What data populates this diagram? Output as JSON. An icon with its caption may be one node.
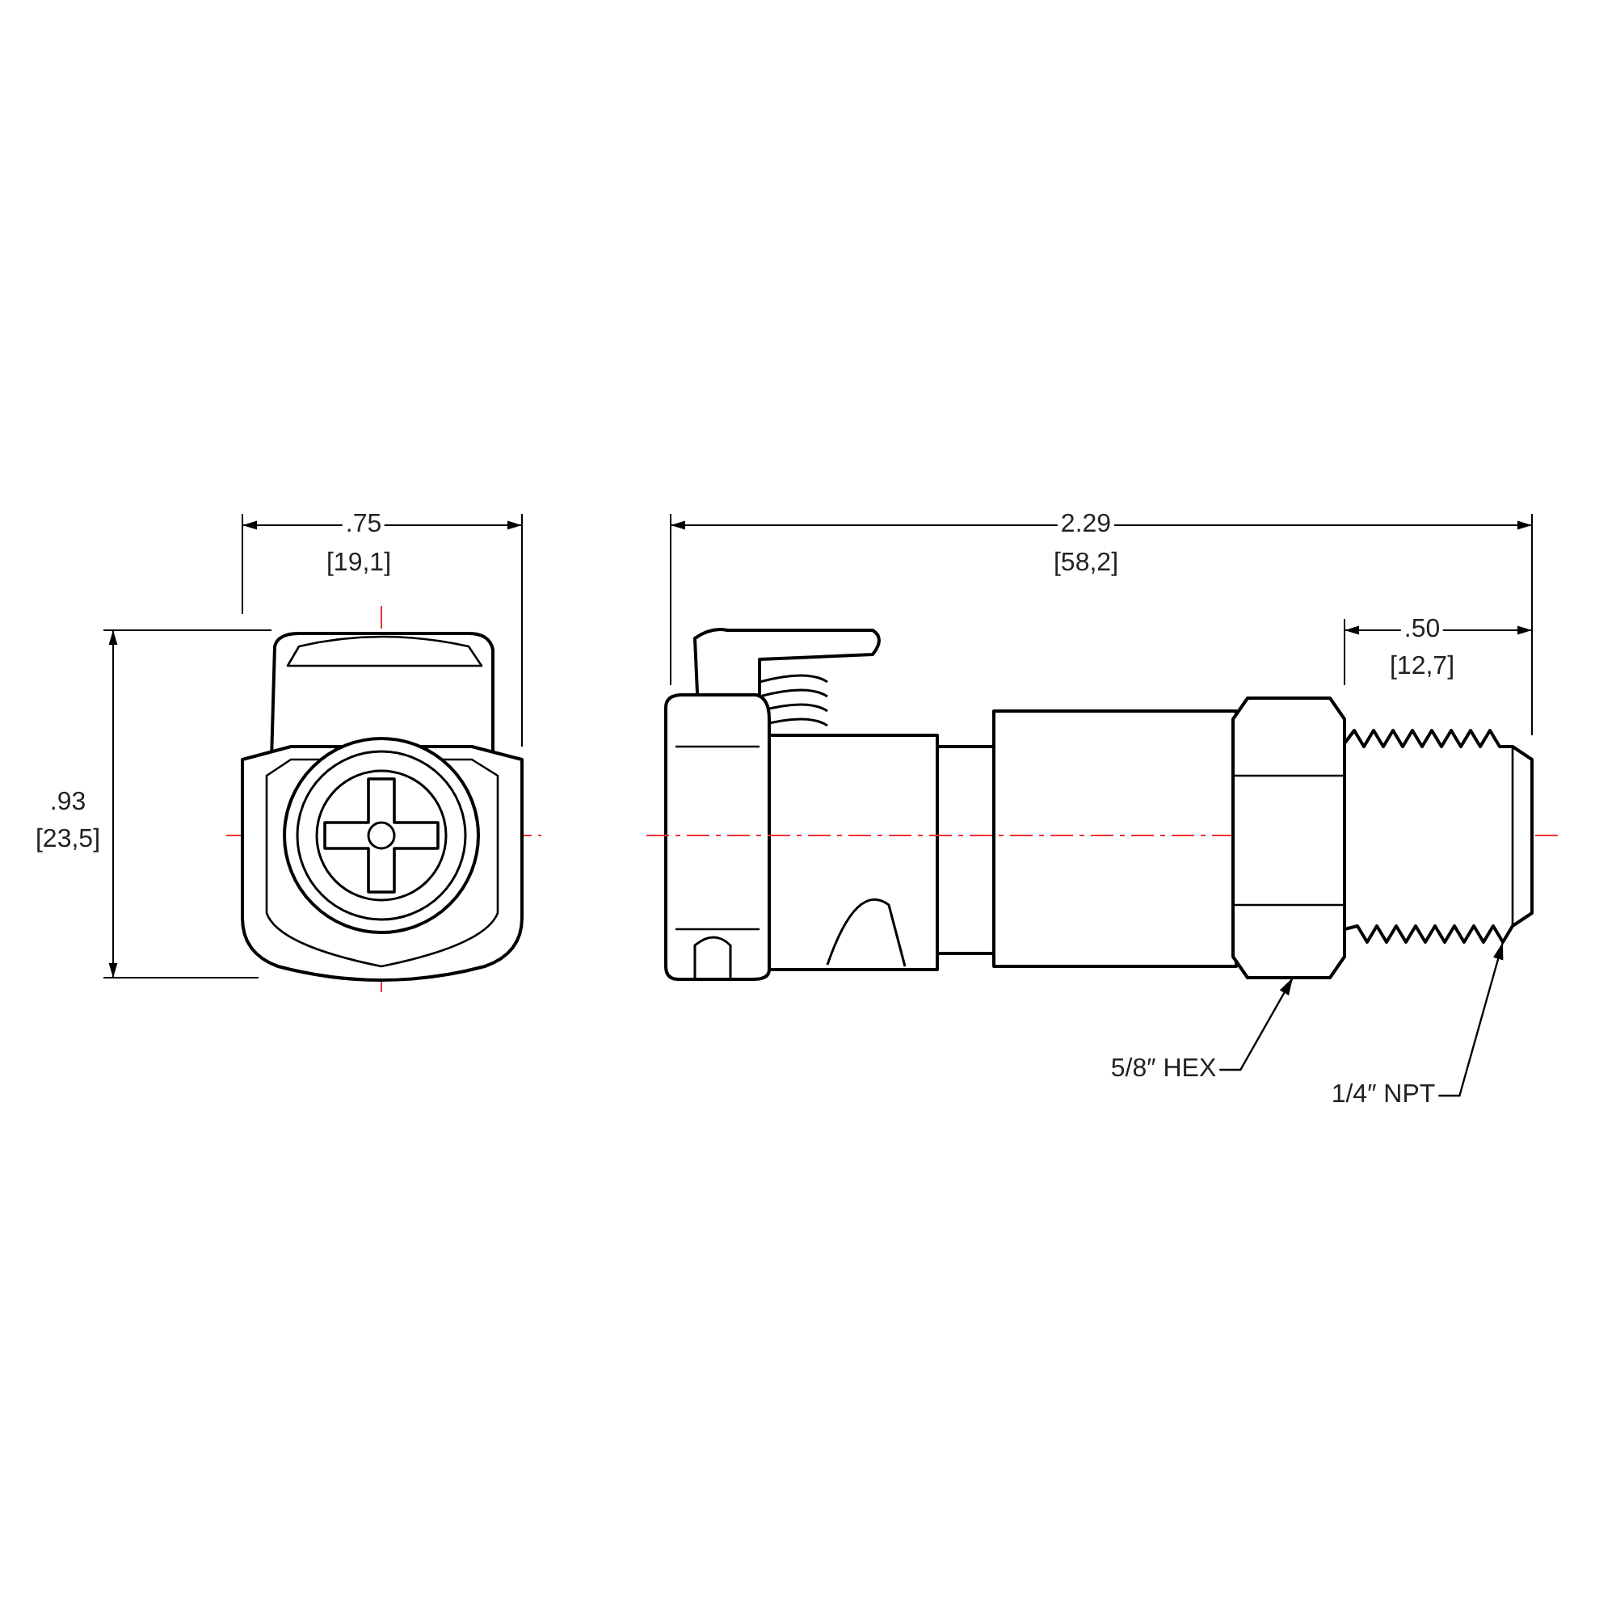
{
  "diagram": {
    "nodes": [
      {
        "text": [
          "5/8″ HEX"
        ]
      },
      {
        "text": [],
        "shape": "picture"
      },
      {
        "text": [
          "1/4″ NPT"
        ]
      },
      {
        "text": [],
        "shape": "picture"
      }
    ],
    "edges": [
      {
        "from": 0,
        "to": 1,
        "arrow": "to"
      },
      {
        "from": 2,
        "to": 3,
        "arrow": "to"
      }
    ],
    "labels": [
      ".75",
      "[19,1]",
      ".93",
      "[23,5]",
      "2.29",
      "[58,2]",
      ".50",
      "[12,7]"
    ]
  }
}
